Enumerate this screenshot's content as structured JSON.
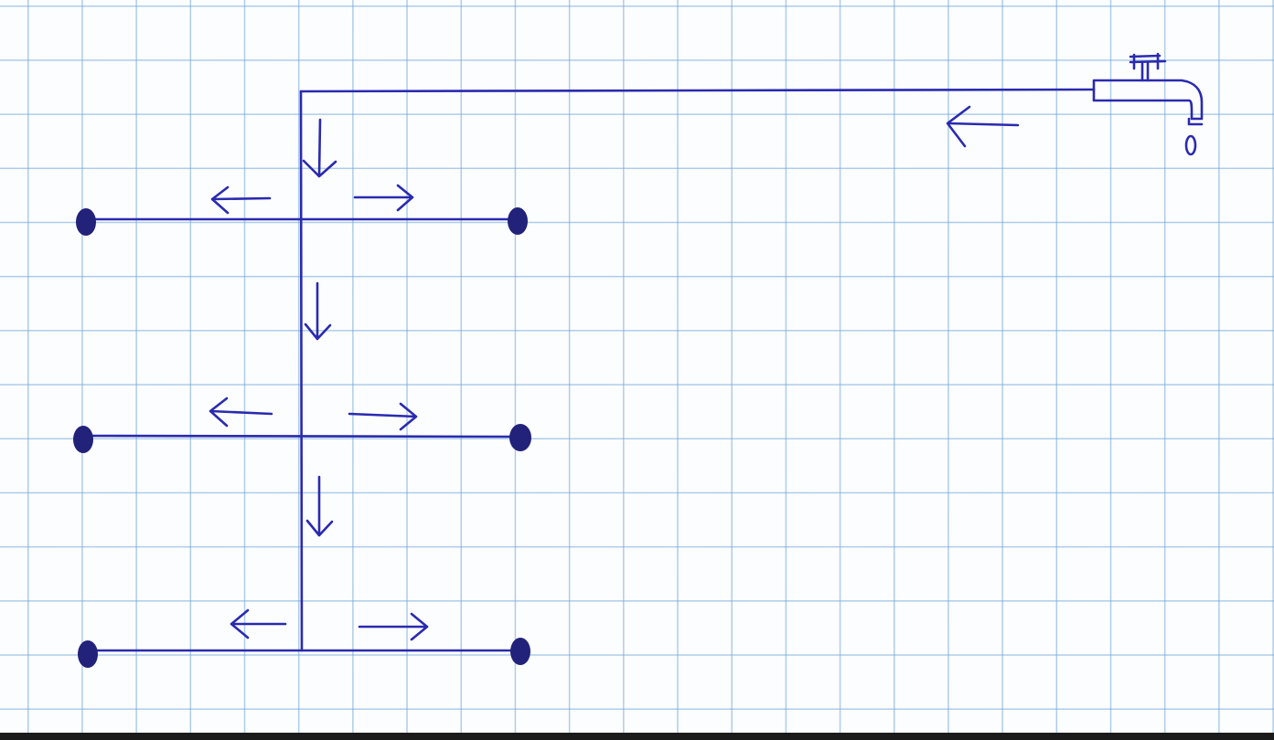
{
  "diagram": {
    "ink_color": "#2a2ab0",
    "dot_color": "#22227a",
    "grid_color": "#6ea5d7",
    "paper_color": "#fcfdff",
    "elements": [
      "water-tap",
      "supply-pipe",
      "riser-pipe",
      "branch-pipe-1",
      "branch-pipe-2",
      "branch-pipe-3",
      "outlet-dots"
    ]
  }
}
